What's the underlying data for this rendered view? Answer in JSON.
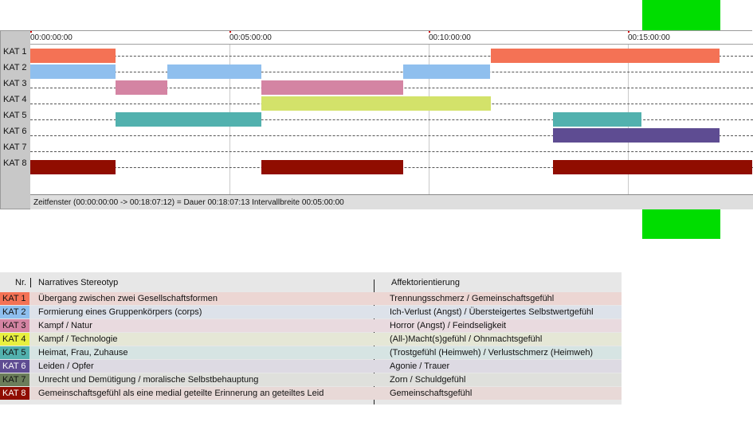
{
  "timeline": {
    "ticks": [
      {
        "label": "00:00:00:00",
        "t": 0
      },
      {
        "label": "00:05:00:00",
        "t": 300
      },
      {
        "label": "00:10:00:00",
        "t": 600
      },
      {
        "label": "00:15:00:00",
        "t": 900
      }
    ],
    "duration_seconds": 1087,
    "rows": [
      {
        "label": "KAT 1",
        "color": "#f47255",
        "segments": [
          [
            0,
            128
          ],
          [
            693,
            1038
          ]
        ]
      },
      {
        "label": "KAT 2",
        "color": "#8fbfee",
        "segments": [
          [
            0,
            128
          ],
          [
            206,
            348
          ],
          [
            562,
            693
          ]
        ]
      },
      {
        "label": "KAT 3",
        "color": "#d484a3",
        "segments": [
          [
            128,
            206
          ],
          [
            348,
            562
          ]
        ]
      },
      {
        "label": "KAT 4",
        "color": "#d3e26a",
        "segments": [
          [
            348,
            693
          ]
        ]
      },
      {
        "label": "KAT 5",
        "color": "#52b1ae",
        "segments": [
          [
            128,
            348
          ],
          [
            787,
            921
          ]
        ]
      },
      {
        "label": "KAT 6",
        "color": "#5e4c92",
        "segments": [
          [
            787,
            1038
          ]
        ]
      },
      {
        "label": "KAT 7",
        "color": "#6b7e5a",
        "segments": []
      },
      {
        "label": "KAT 8",
        "color": "#900d00",
        "segments": [
          [
            0,
            128
          ],
          [
            348,
            562
          ],
          [
            787,
            1087
          ]
        ]
      }
    ],
    "status": "Zeitfenster (00:00:00:00 -> 00:18:07:12) = Dauer 00:18:07:13    Intervallbreite 00:05:00:00"
  },
  "legend": {
    "header_nr": "Nr.",
    "header_stereotyp": "Narratives Stereotyp",
    "header_affekt": "Affektorientierung",
    "rows": [
      {
        "cat": "KAT 1",
        "color": "#f47255",
        "bg": "#ecd6d3",
        "stereotyp": "Übergang zwischen zwei Gesellschaftsformen",
        "affekt": "Trennungsschmerz / Gemeinschaftsgefühl"
      },
      {
        "cat": "KAT 2",
        "color": "#8fbfee",
        "bg": "#dde2ea",
        "stereotyp": "Formierung eines Gruppenkörpers (corps)",
        "affekt": "Ich-Verlust (Angst) / Übersteigertes Selbstwertgefühl"
      },
      {
        "cat": "KAT 3",
        "color": "#d484a3",
        "bg": "#e9dadf",
        "stereotyp": "Kampf / Natur",
        "affekt": "Horror (Angst) / Feindseligkeit"
      },
      {
        "cat": "KAT 4",
        "color": "#e8f040",
        "bg": "#e5e7d6",
        "stereotyp": "Kampf / Technologie",
        "affekt": "(All-)Macht(s)gefühl / Ohnmachtsgefühl"
      },
      {
        "cat": "KAT 5",
        "color": "#52b1ae",
        "bg": "#d6e4e3",
        "stereotyp": "Heimat, Frau, Zuhause",
        "affekt": "(Trostgefühl (Heimweh) / Verlustschmerz (Heimweh)"
      },
      {
        "cat": "KAT 6",
        "color": "#5e4c92",
        "bg": "#dddae3",
        "stereotyp": "Leiden / Opfer",
        "affekt": "Agonie / Trauer"
      },
      {
        "cat": "KAT 7",
        "color": "#6b7e5a",
        "bg": "#dfe0dc",
        "stereotyp": "Unrecht und Demütigung / moralische Selbstbehauptung",
        "affekt": "Zorn / Schuldgefühl"
      },
      {
        "cat": "KAT 8",
        "color": "#900d00",
        "bg": "#e8d9d7",
        "stereotyp": "Gemeinschaftsgefühl als eine medial geteilte Erinnerung an geteiltes Leid",
        "affekt": "Gemeinschaftsgefühl"
      }
    ]
  }
}
